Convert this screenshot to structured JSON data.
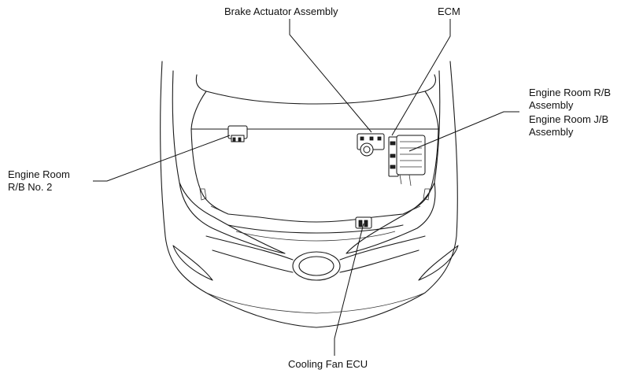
{
  "labels": {
    "brake_actuator": "Brake Actuator Assembly",
    "ecm": "ECM",
    "engine_room_rb_line1": "Engine Room R/B",
    "engine_room_rb_line2": "Assembly",
    "engine_room_jb_line1": "Engine Room J/B",
    "engine_room_jb_line2": "Assembly",
    "engine_room_rb2_line1": "Engine Room",
    "engine_room_rb2_line2": "R/B No. 2",
    "cooling_fan_ecu": "Cooling Fan ECU"
  },
  "colors": {
    "line": "#1a1a1a",
    "background": "#ffffff"
  }
}
